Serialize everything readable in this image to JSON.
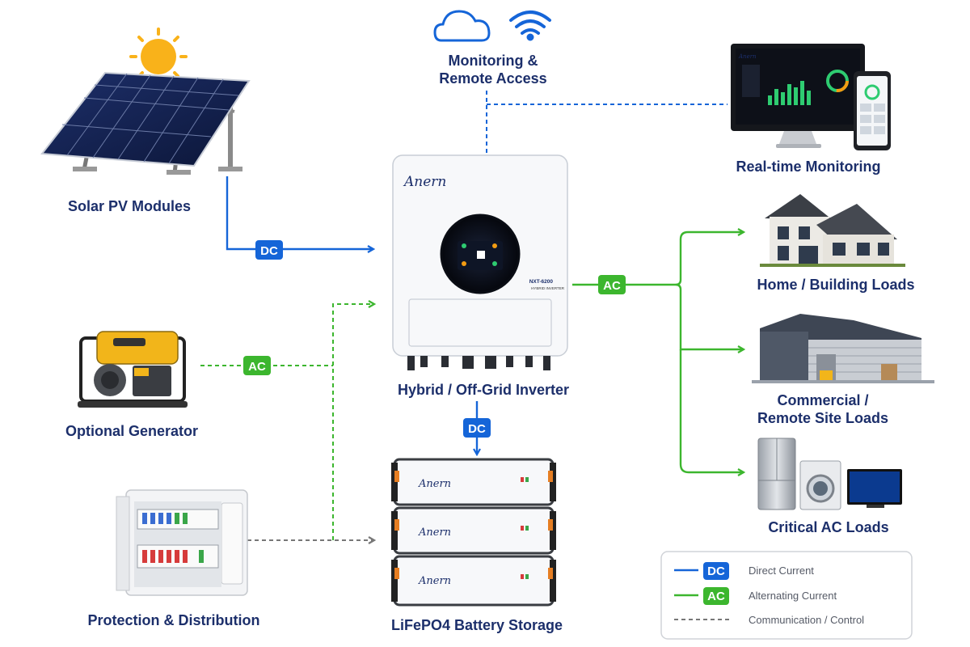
{
  "colors": {
    "dc": "#1565d8",
    "ac": "#3cb62e",
    "comm": "#777777",
    "label": "#1c2f6b"
  },
  "nodes": {
    "solar": "Solar PV Modules",
    "generator": "Optional Generator",
    "protection": "Protection & Distribution",
    "monitoring_line1": "Monitoring &",
    "monitoring_line2": "Remote Access",
    "realtime": "Real-time Monitoring",
    "inverter": "Hybrid / Off-Grid Inverter",
    "battery": "LiFePO4 Battery Storage",
    "home": "Home / Building Loads",
    "commercial_line1": "Commercial /",
    "commercial_line2": "Remote Site Loads",
    "critical": "Critical AC Loads"
  },
  "inverter_device": {
    "brand": "Anern",
    "model": "NXT-6200",
    "subtitle": "HYBRID INVERTER"
  },
  "battery_device": {
    "brand": "Anern"
  },
  "monitor_brand": "Anern",
  "pills": {
    "dc": "DC",
    "ac": "AC"
  },
  "legend": [
    {
      "tag": "DC",
      "text": "Direct Current",
      "style": "dc"
    },
    {
      "tag": "AC",
      "text": "Alternating Current",
      "style": "ac"
    },
    {
      "tag": "",
      "text": "Communication / Control",
      "style": "comm"
    }
  ],
  "icons": [
    "sun-icon",
    "cloud-icon",
    "wifi-icon"
  ]
}
